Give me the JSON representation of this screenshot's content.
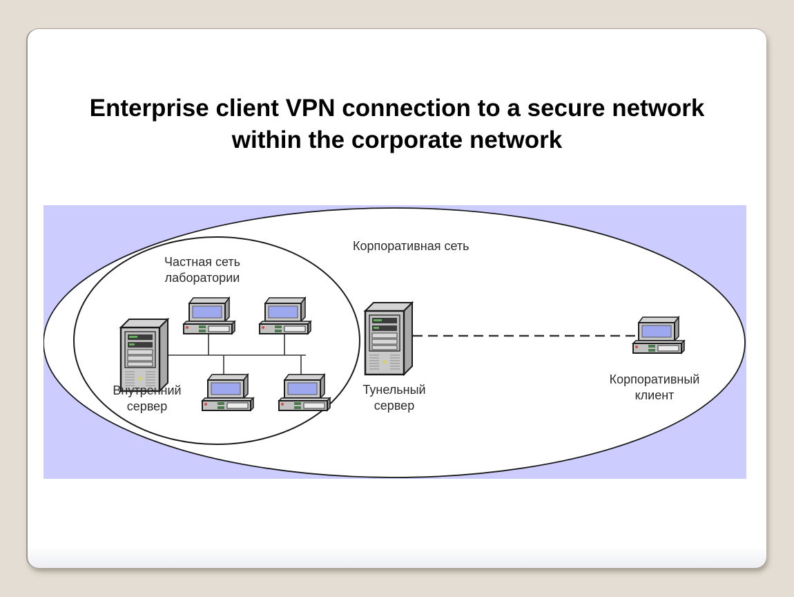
{
  "slide": {
    "title_line1": "Enterprise client VPN connection to a secure network",
    "title_line2": "within the corporate network"
  },
  "diagram": {
    "colors": {
      "page_background": "#e4ddd3",
      "panel_background": "#ccccfe",
      "ellipse_fill": "#ffffff",
      "line": "#1a1a1a",
      "screen": "#9ea8ee"
    },
    "zones": {
      "corporate_network": "Корпоративная сеть",
      "lab_private_network_line1": "Частная сеть",
      "lab_private_network_line2": "лаборатории"
    },
    "nodes": {
      "internal_server": {
        "icon": "server-tower-icon",
        "label_line1": "Внутренний",
        "label_line2": "сервер"
      },
      "tunnel_server": {
        "icon": "server-tower-icon",
        "label_line1": "Тунельный",
        "label_line2": "сервер"
      },
      "corporate_client": {
        "icon": "desktop-computer-icon",
        "label_line1": "Корпоративный",
        "label_line2": "клиент"
      },
      "lab_workstations": [
        {
          "icon": "desktop-computer-icon"
        },
        {
          "icon": "desktop-computer-icon"
        },
        {
          "icon": "desktop-computer-icon"
        },
        {
          "icon": "desktop-computer-icon"
        }
      ]
    },
    "connections": [
      {
        "from": "internal_server",
        "to": "lab_bus",
        "style": "solid"
      },
      {
        "from": "lab_workstations",
        "to": "lab_bus",
        "style": "solid"
      },
      {
        "from": "tunnel_server",
        "to": "corporate_client",
        "style": "dashed",
        "meaning": "VPN tunnel"
      }
    ]
  }
}
